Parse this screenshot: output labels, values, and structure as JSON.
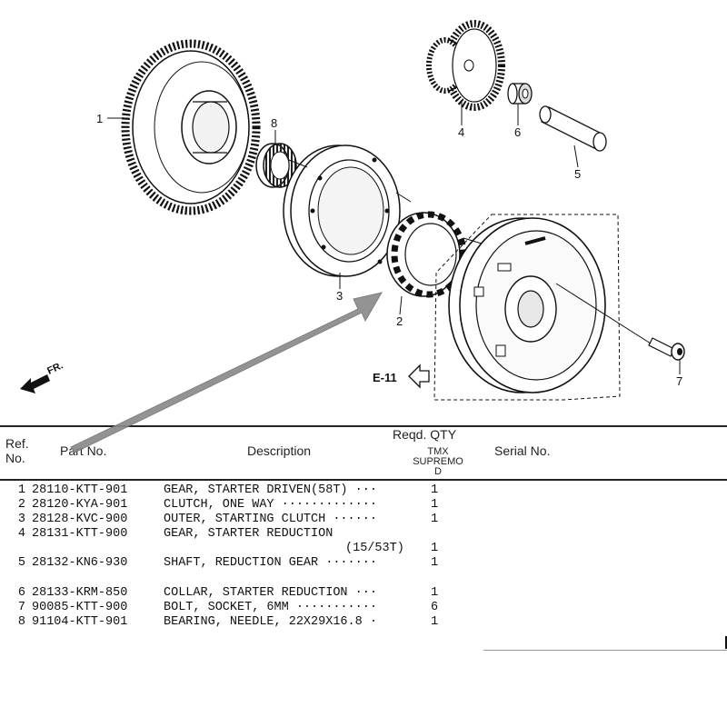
{
  "diagram": {
    "callouts": [
      "1",
      "8",
      "4",
      "6",
      "5",
      "3",
      "2",
      "7"
    ],
    "front_label": "FR.",
    "ref_label": "E-11"
  },
  "table": {
    "header": {
      "ref_no": [
        "Ref.",
        "No."
      ],
      "part_no": "Part No.",
      "description": "Description",
      "reqd_qty": "Reqd. QTY",
      "model": [
        "TMX",
        "SUPREMO",
        "D"
      ],
      "serial_no": "Serial No."
    },
    "rows": [
      {
        "ref": "1",
        "part": "28110-KTT-901",
        "desc": "GEAR, STARTER DRIVEN(58T) ···",
        "qty": "1"
      },
      {
        "ref": "2",
        "part": "28120-KYA-901",
        "desc": "CLUTCH, ONE WAY ·············",
        "qty": "1"
      },
      {
        "ref": "3",
        "part": "28128-KVC-900",
        "desc": "OUTER, STARTING CLUTCH ······",
        "qty": "1"
      },
      {
        "ref": "4",
        "part": "28131-KTT-900",
        "desc": "GEAR, STARTER REDUCTION",
        "qty": ""
      },
      {
        "ref": "",
        "part": "",
        "desc": "",
        "cont": "(15/53T)",
        "qty": "1"
      },
      {
        "ref": "5",
        "part": "28132-KN6-930",
        "desc": "SHAFT, REDUCTION GEAR ·······",
        "qty": "1"
      },
      {
        "ref": "6",
        "part": "28133-KRM-850",
        "desc": "COLLAR, STARTER REDUCTION ···",
        "qty": "1"
      },
      {
        "ref": "7",
        "part": "90085-KTT-900",
        "desc": "BOLT, SOCKET, 6MM ···········",
        "qty": "6"
      },
      {
        "ref": "8",
        "part": "91104-KTT-901",
        "desc": "BEARING, NEEDLE, 22X29X16.8 ·",
        "qty": "1"
      }
    ]
  },
  "colors": {
    "annotation_arrow": "#8a8a8a",
    "ink": "#111111"
  }
}
